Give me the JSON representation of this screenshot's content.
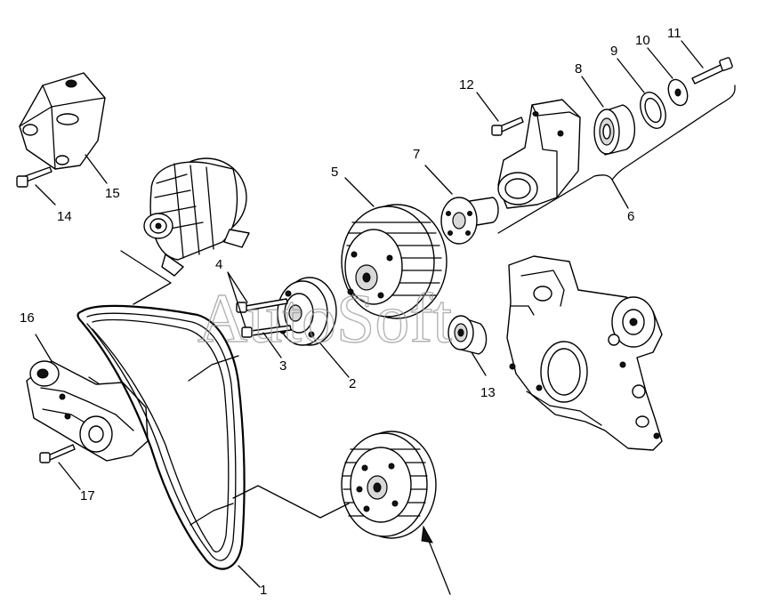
{
  "diagram": {
    "watermark": "AutoSoft",
    "callouts": {
      "c1": "1",
      "c2": "2",
      "c3": "3",
      "c4": "4",
      "c5": "5",
      "c6": "6",
      "c7": "7",
      "c8": "8",
      "c9": "9",
      "c10": "10",
      "c11": "11",
      "c12": "12",
      "c13": "13",
      "c14": "14",
      "c15": "15",
      "c16": "16",
      "c17": "17"
    }
  }
}
